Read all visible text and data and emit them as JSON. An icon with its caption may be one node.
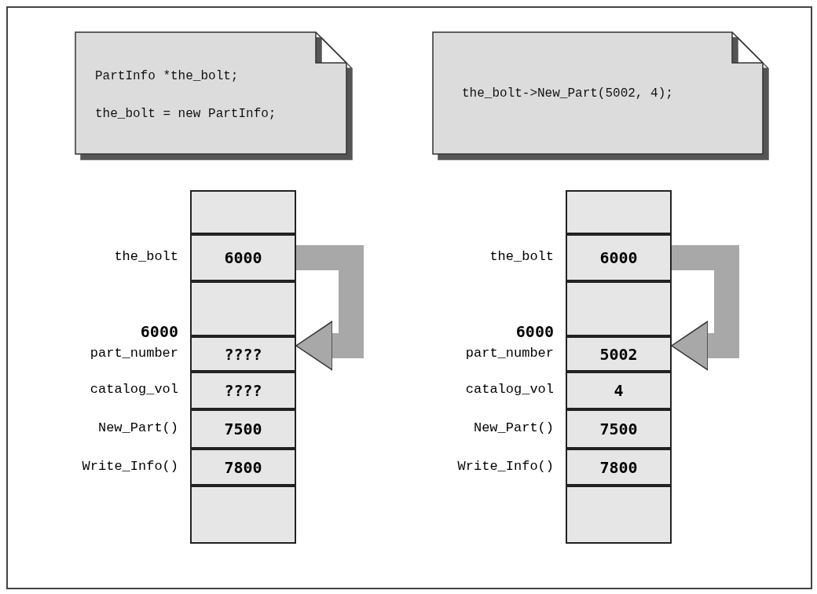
{
  "diagram": {
    "nodes": [
      {
        "text": [
          "PartInfo  *the_bolt;",
          "the_bolt = new  PartInfo;"
        ]
      },
      {
        "text": [
          "the_bolt->New_Part(5002, 4);"
        ]
      },
      {
        "text": [],
        "shape": "box"
      },
      {
        "text": [
          "6000"
        ],
        "beside": [
          "the_bolt"
        ]
      },
      {
        "text": [],
        "shape": "box"
      },
      {
        "text": [
          "????"
        ],
        "beside": [
          "6000",
          "part_number"
        ]
      },
      {
        "text": [
          "????"
        ],
        "beside": [
          "catalog_vol"
        ]
      },
      {
        "text": [
          "7500"
        ],
        "beside": [
          "New_Part()"
        ]
      },
      {
        "text": [
          "7800"
        ],
        "beside": [
          "Write_Info()"
        ]
      },
      {
        "text": [],
        "shape": "box"
      },
      {
        "text": [],
        "shape": "box"
      },
      {
        "text": [
          "6000"
        ],
        "beside": [
          "the_bolt"
        ]
      },
      {
        "text": [],
        "shape": "box"
      },
      {
        "text": [
          "5002"
        ],
        "beside": [
          "6000",
          "part_number"
        ]
      },
      {
        "text": [
          "4"
        ],
        "beside": [
          "catalog_vol"
        ]
      },
      {
        "text": [
          "7500"
        ],
        "beside": [
          "New_Part()"
        ]
      },
      {
        "text": [
          "7800"
        ],
        "beside": [
          "Write_Info()"
        ]
      },
      {
        "text": [],
        "shape": "box"
      }
    ],
    "edges": [
      {
        "from": 3,
        "to": 5,
        "arrow": "to"
      },
      {
        "from": 11,
        "to": 13,
        "arrow": "to"
      }
    ]
  }
}
